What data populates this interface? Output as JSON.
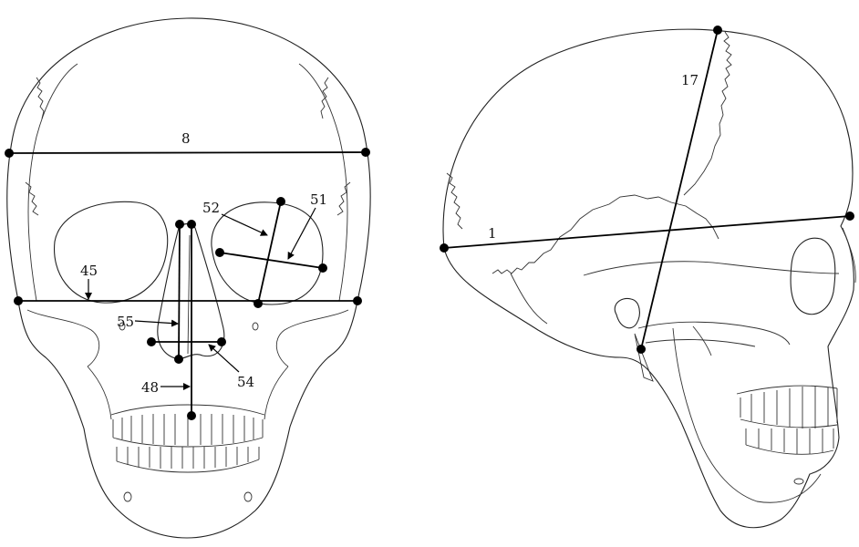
{
  "figure": {
    "frontal_view": {
      "labels": {
        "m8": "8",
        "m45": "45",
        "m48": "48",
        "m51": "51",
        "m52": "52",
        "m54": "54",
        "m55": "55"
      }
    },
    "lateral_view": {
      "labels": {
        "m1": "1",
        "m17": "17"
      }
    }
  }
}
